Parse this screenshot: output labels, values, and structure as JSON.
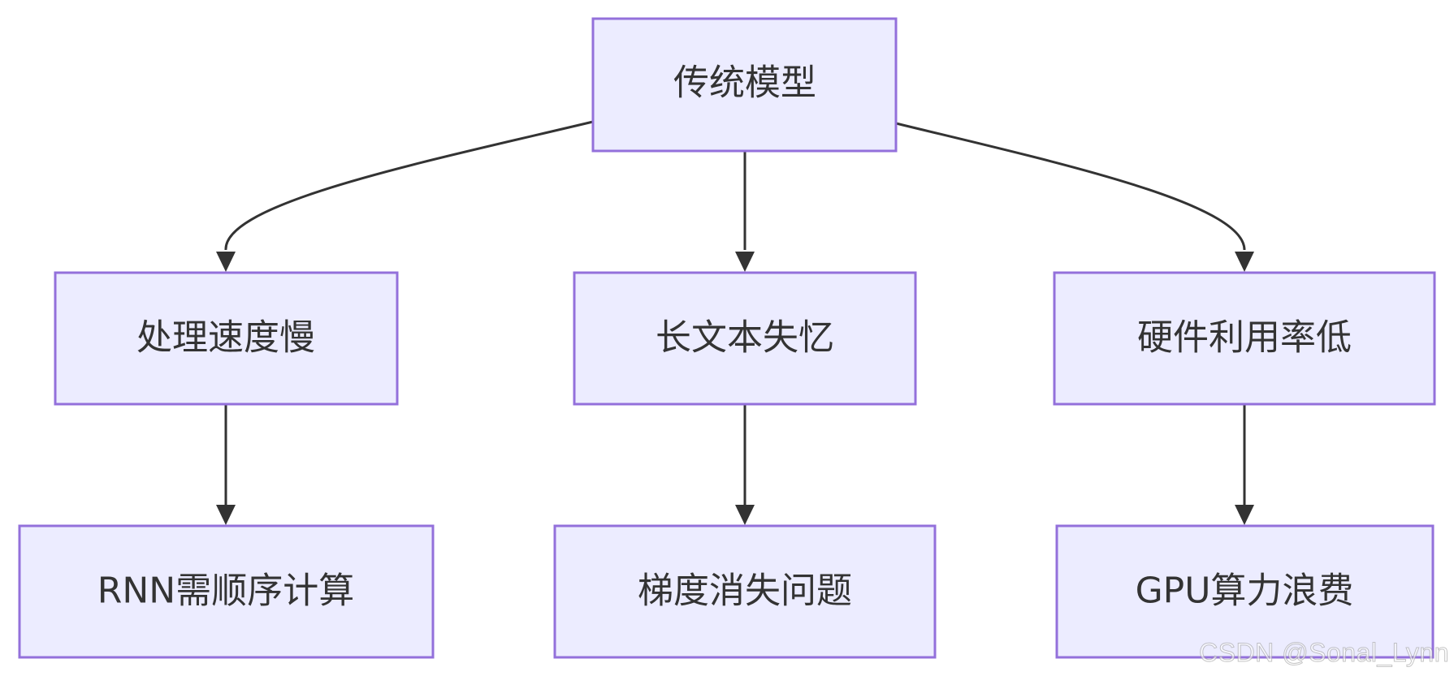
{
  "colors": {
    "node_fill": "#ECECFF",
    "node_stroke": "#9370DB",
    "edge": "#333333",
    "text": "#333333"
  },
  "nodes": {
    "root": "传统模型",
    "slow": "处理速度慢",
    "memory": "长文本失忆",
    "hardware": "硬件利用率低",
    "rnn": "RNN需顺序计算",
    "gradient": "梯度消失问题",
    "gpu": "GPU算力浪费"
  },
  "watermark": "CSDN @Sonal_Lynn"
}
